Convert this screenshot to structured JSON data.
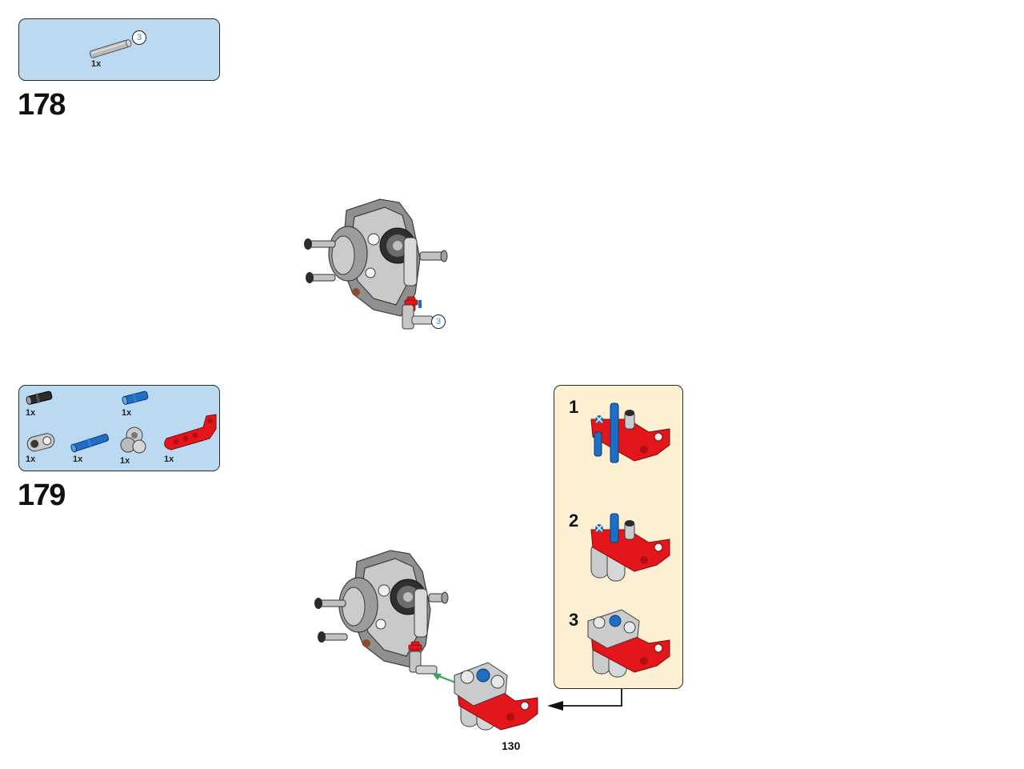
{
  "step178": {
    "step_number": "178",
    "parts": [
      {
        "name": "grey-axle",
        "quantity": "1x",
        "length": "3"
      }
    ],
    "callout_length": "3"
  },
  "step179": {
    "step_number": "179",
    "parts": [
      {
        "name": "black-pin",
        "quantity": "1x"
      },
      {
        "name": "blue-pin",
        "quantity": "1x"
      },
      {
        "name": "grey-connector",
        "quantity": "1x"
      },
      {
        "name": "blue-axle-pin",
        "quantity": "1x"
      },
      {
        "name": "grey-double-connector",
        "quantity": "1x"
      },
      {
        "name": "red-l-beam",
        "quantity": "1x"
      }
    ],
    "subassembly_steps": [
      {
        "number": "1"
      },
      {
        "number": "2"
      },
      {
        "number": "3"
      }
    ]
  },
  "page": {
    "number": "130"
  },
  "colors": {
    "parts_box_bg": "#bcd9f2",
    "callout_bg": "#fdf0d2",
    "lego_red": "#e3161b",
    "lego_blue": "#1e6fc4",
    "light_grey": "#c9cbcc",
    "arrow_green": "#3aa35b"
  }
}
